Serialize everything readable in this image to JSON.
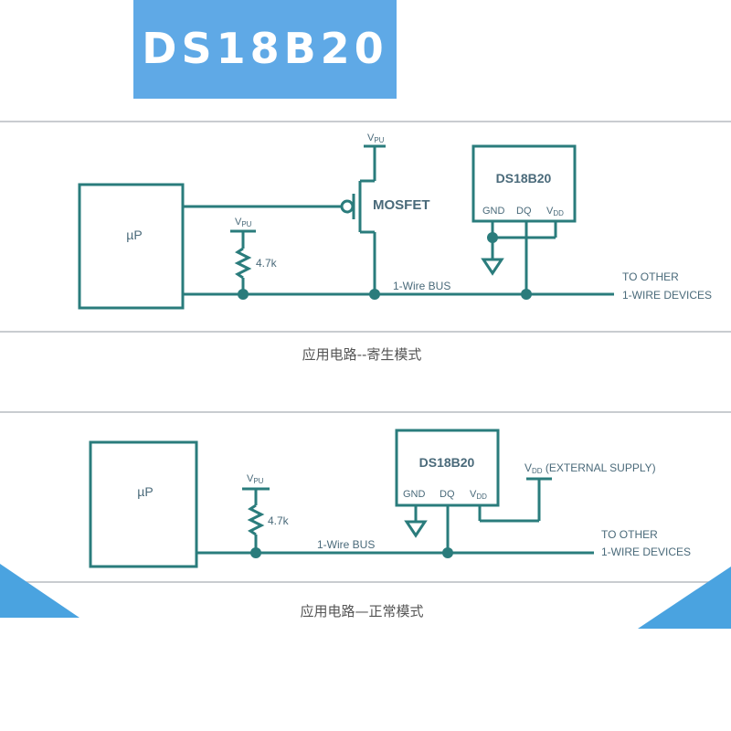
{
  "banner": {
    "title": "DS18B20"
  },
  "parasite": {
    "mcu_label": "µP",
    "vpu_top": "V",
    "vpu_top_sub": "PU",
    "vpu_res": "V",
    "vpu_res_sub": "PU",
    "resistor": "4.7k",
    "mosfet": "MOSFET",
    "chip": "DS18B20",
    "pin_gnd": "GND",
    "pin_dq": "DQ",
    "pin_vdd": "V",
    "pin_vdd_sub": "DD",
    "bus": "1-Wire BUS",
    "to_other_1": "TO OTHER",
    "to_other_2": "1-WIRE DEVICES",
    "caption": "应用电路--寄生模式"
  },
  "normal": {
    "mcu_label": "µP",
    "vpu_res": "V",
    "vpu_res_sub": "PU",
    "resistor": "4.7k",
    "chip": "DS18B20",
    "pin_gnd": "GND",
    "pin_dq": "DQ",
    "pin_vdd": "V",
    "pin_vdd_sub": "DD",
    "vdd_ext": "V",
    "vdd_ext_sub": "DD",
    "vdd_ext_rest": " (EXTERNAL SUPPLY)",
    "bus": "1-Wire BUS",
    "to_other_1": "TO OTHER",
    "to_other_2": "1-WIRE DEVICES",
    "caption": "应用电路—正常模式"
  },
  "colors": {
    "banner": "#5fa9e6",
    "wire": "#2a7c7c",
    "corner": "#4aa3e0"
  }
}
